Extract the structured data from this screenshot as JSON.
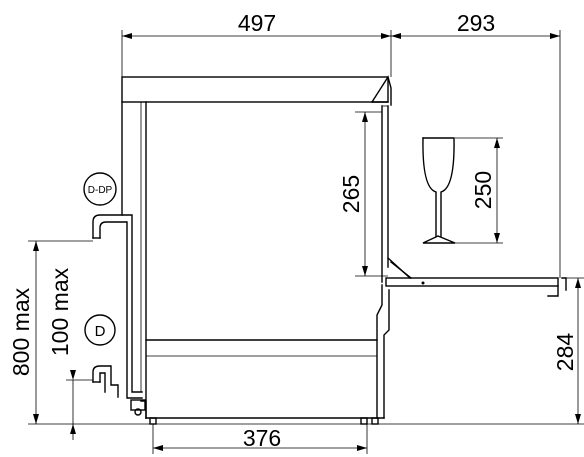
{
  "dimensions": {
    "machine_width": "497",
    "open_depth": "293",
    "rack_clearance": "265",
    "glass_height": "250",
    "door_height": "284",
    "leg_spacing": "376",
    "drain_height": "800 max",
    "inlet_height": "100 max"
  },
  "callouts": {
    "drain_pump": "D-DP",
    "drain": "D"
  }
}
